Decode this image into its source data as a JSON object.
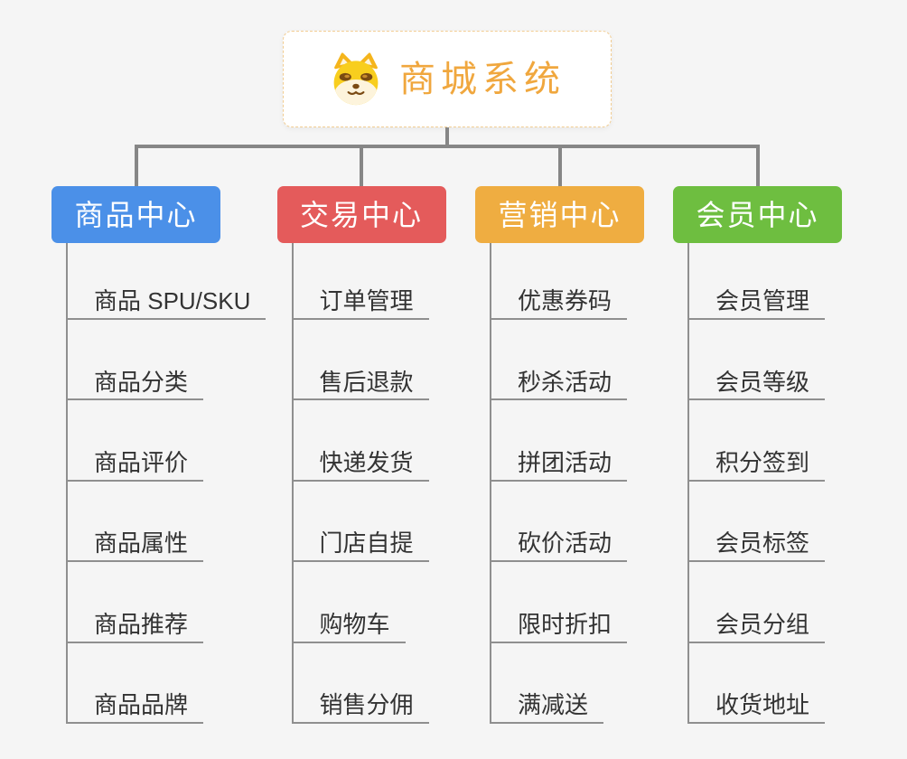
{
  "root": {
    "title": "商城系统",
    "icon": "shiba-dog-icon"
  },
  "branches": [
    {
      "id": "product-center",
      "label": "商品中心",
      "color": "#4b90e8",
      "items": [
        "商品 SPU/SKU",
        "商品分类",
        "商品评价",
        "商品属性",
        "商品推荐",
        "商品品牌"
      ]
    },
    {
      "id": "trade-center",
      "label": "交易中心",
      "color": "#e45b5b",
      "items": [
        "订单管理",
        "售后退款",
        "快递发货",
        "门店自提",
        "购物车",
        "销售分佣"
      ]
    },
    {
      "id": "marketing-center",
      "label": "营销中心",
      "color": "#efad41",
      "items": [
        "优惠券码",
        "秒杀活动",
        "拼团活动",
        "砍价活动",
        "限时折扣",
        "满减送"
      ]
    },
    {
      "id": "member-center",
      "label": "会员中心",
      "color": "#6ebe40",
      "items": [
        "会员管理",
        "会员等级",
        "积分签到",
        "会员标签",
        "会员分组",
        "收货地址"
      ]
    }
  ],
  "colors": {
    "background": "#f5f5f5",
    "connector": "#868686",
    "underline": "#8f8f8f",
    "item_text": "#333333",
    "root_title": "#f0a73e",
    "root_border": "#f2cd92",
    "branch_text": "#ffffff"
  }
}
